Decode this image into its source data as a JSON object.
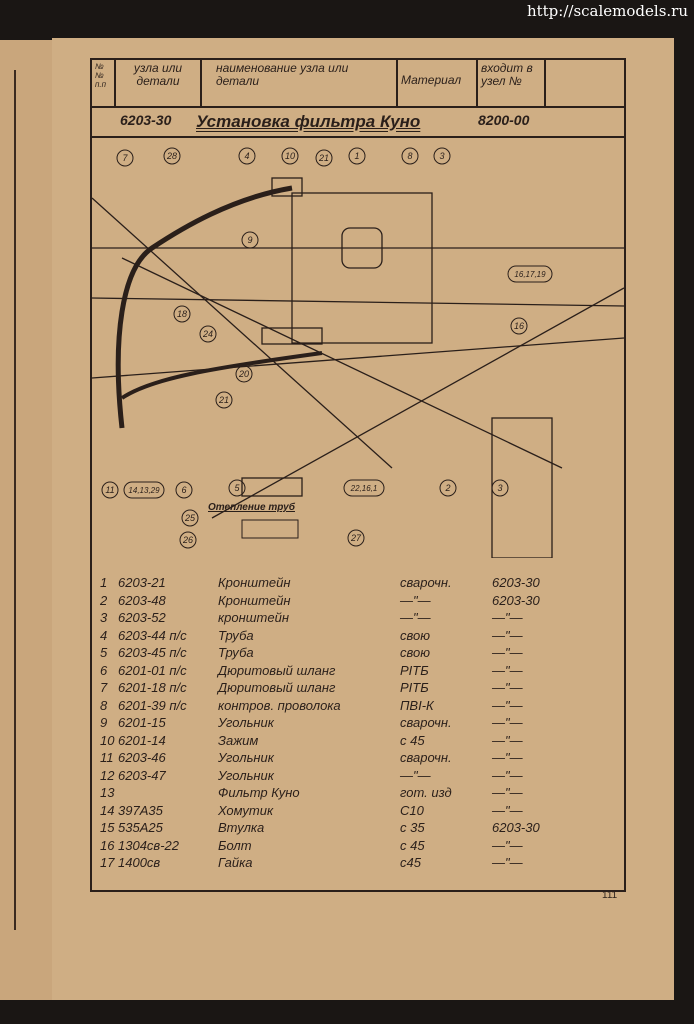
{
  "watermark": "http://scalemodels.ru",
  "header": {
    "col_no": "№№ п.п",
    "col_code": "узла или детали",
    "col_name": "наименование узла или детали",
    "col_material": "Материал",
    "col_into": "входит в узел №"
  },
  "assembly": {
    "code": "6203-30",
    "title": "Установка фильтра Куно",
    "parent": "8200-00"
  },
  "drawing": {
    "callouts": [
      "7",
      "28",
      "4",
      "10",
      "21",
      "1",
      "8",
      "3",
      "9",
      "18",
      "24",
      "20",
      "21",
      "11",
      "14,13,29",
      "6",
      "5",
      "22,16,1",
      "2",
      "3",
      "16,17,19",
      "16",
      "25",
      "26",
      "27"
    ],
    "inset_caption": "Отепление труб"
  },
  "parts": [
    {
      "no": "1",
      "code": "6203-21",
      "name": "Кронштейн",
      "material": "сварочн.",
      "into": "6203-30"
    },
    {
      "no": "2",
      "code": "6203-48",
      "name": "Кронштейн",
      "material": "—\"—",
      "into": "6203-30"
    },
    {
      "no": "3",
      "code": "6203-52",
      "name": "кронштейн",
      "material": "—\"—",
      "into": "—\"—"
    },
    {
      "no": "4",
      "code": "6203-44 п/с",
      "name": "Труба",
      "material": "свою",
      "into": "—\"—"
    },
    {
      "no": "5",
      "code": "6203-45 п/с",
      "name": "Труба",
      "material": "свою",
      "into": "—\"—"
    },
    {
      "no": "6",
      "code": "6201-01 п/с",
      "name": "Дюритовый шланг",
      "material": "РІТБ",
      "into": "—\"—"
    },
    {
      "no": "7",
      "code": "6201-18 п/с",
      "name": "Дюритовый шланг",
      "material": "РІТБ",
      "into": "—\"—"
    },
    {
      "no": "8",
      "code": "6201-39 п/с",
      "name": "контров. проволока",
      "material": "ПВІ-К",
      "into": "—\"—"
    },
    {
      "no": "9",
      "code": "6201-15",
      "name": "Угольник",
      "material": "сварочн.",
      "into": "—\"—"
    },
    {
      "no": "10",
      "code": "6201-14",
      "name": "Зажим",
      "material": "с 45",
      "into": "—\"—"
    },
    {
      "no": "11",
      "code": "6203-46",
      "name": "Угольник",
      "material": "сварочн.",
      "into": "—\"—"
    },
    {
      "no": "12",
      "code": "6203-47",
      "name": "Угольник",
      "material": "—\"—",
      "into": "—\"—"
    },
    {
      "no": "13",
      "code": "",
      "name": "Фильтр Куно",
      "material": "гот. изд",
      "into": "—\"—"
    },
    {
      "no": "14",
      "code": "397А35",
      "name": "Хомутик",
      "material": "С10",
      "into": "—\"—"
    },
    {
      "no": "15",
      "code": "535А25",
      "name": "Втулка",
      "material": "с 35",
      "into": "6203-30"
    },
    {
      "no": "16",
      "code": "1304св-22",
      "name": "Болт",
      "material": "с 45",
      "into": "—\"—"
    },
    {
      "no": "17",
      "code": "1400св",
      "name": "Гайка",
      "material": "с45",
      "into": "—\"—"
    }
  ],
  "page_number": "111"
}
